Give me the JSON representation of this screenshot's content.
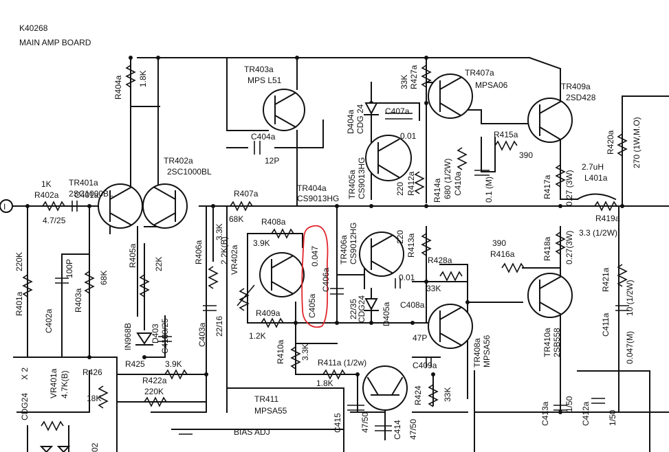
{
  "header": {
    "board_id": "K40268",
    "board_name": "MAIN AMP BOARD"
  },
  "input_marker": "I",
  "components": {
    "r404a": {
      "ref": "R404a",
      "value": "1.8K"
    },
    "tr403a": {
      "ref": "TR403a",
      "part": "MPS L51"
    },
    "c404a": {
      "ref": "C404a",
      "value": "12P"
    },
    "r427a": {
      "ref": "R427a",
      "value": "33K"
    },
    "tr407a": {
      "ref": "TR407a",
      "part": "MPSA06"
    },
    "tr409a": {
      "ref": "TR409a",
      "part": "2SD428"
    },
    "d404a": {
      "ref": "D404a",
      "part": "CDG 24"
    },
    "c407a": {
      "ref": "C407a",
      "value": "0.01"
    },
    "r415a": {
      "ref": "R415a",
      "value": "390"
    },
    "r420a": {
      "ref": "R420a",
      "value": "270 (1W,M.O)"
    },
    "tr401a": {
      "ref": "TR401a",
      "part": "2SC1000BL"
    },
    "tr402a": {
      "ref": "TR402a",
      "part": "2SC1000BL"
    },
    "r402a": {
      "ref": "R402a",
      "value": "1K"
    },
    "c401a": {
      "ref": "C401a",
      "value": "4.7/25"
    },
    "r407a": {
      "ref": "R407a",
      "value": "68K"
    },
    "tr404a": {
      "ref": "TR404a",
      "part": "CS9013HG"
    },
    "tr405a": {
      "ref": "TR405a",
      "part": "CS9013HG"
    },
    "r412a": {
      "ref": "R412a",
      "value": "220"
    },
    "r414a": {
      "ref": "R414a",
      "value": "680 (1/2W)"
    },
    "c410a": {
      "ref": "C410a",
      "value": "0.1 (M)"
    },
    "r417a": {
      "ref": "R417a",
      "value": "0.27 (3W)"
    },
    "l401a": {
      "ref": "L401a",
      "value": "2.7uH"
    },
    "r419a": {
      "ref": "R419a",
      "value": "3.3 (1/2W)"
    },
    "r401a": {
      "ref": "R401a",
      "value": "220K"
    },
    "c402a": {
      "ref": "C402a",
      "value": "100P"
    },
    "r403a": {
      "ref": "R403a",
      "value": "68K"
    },
    "r405a": {
      "ref": "R405a",
      "value": "22K"
    },
    "r406a": {
      "ref": "R406a",
      "value": "3.3K"
    },
    "r408a": {
      "ref": "R408a",
      "value": "3.9K"
    },
    "c405a": {
      "ref": "C405a",
      "value": "0.047"
    },
    "c406a": {
      "ref": "C406a",
      "value": "22/35"
    },
    "tr406a": {
      "ref": "TR406a",
      "part": "CS9012HG"
    },
    "r413a": {
      "ref": "R413a",
      "value": "220"
    },
    "r418a": {
      "ref": "R418a",
      "value": "0.27(3W)"
    },
    "r416a": {
      "ref": "R416a",
      "value": "390"
    },
    "r428a": {
      "ref": "R428a",
      "value": "33K"
    },
    "c408a": {
      "ref": "C408a",
      "value": "0.01"
    },
    "d405a": {
      "ref": "D405a",
      "part": "CDG24"
    },
    "r421a": {
      "ref": "R421a",
      "value": "10 (1/2W)"
    },
    "c411a": {
      "ref": "C411a",
      "value": "0.047(M)"
    },
    "vr402a": {
      "ref": "VR402a",
      "value": "2.2K(B)"
    },
    "r409a": {
      "ref": "R409a",
      "value": "1.2K"
    },
    "c403a": {
      "ref": "C403a",
      "value": "22/16"
    },
    "d403": {
      "ref": "D403",
      "part": "IN968B"
    },
    "c416": {
      "ref": "C416",
      "value": "100/25"
    },
    "tr408a": {
      "ref": "TR408a",
      "part": "MPSA56"
    },
    "c409a": {
      "ref": "C409a",
      "value": "47P"
    },
    "tr410a": {
      "ref": "TR410a",
      "part": "2SB558"
    },
    "r410a": {
      "ref": "R410a",
      "value": "3.3K"
    },
    "r411a": {
      "ref": "R411a (1/2w)",
      "value": "1.8K"
    },
    "r425": {
      "ref": "R425",
      "value": "3.9K"
    },
    "r422a": {
      "ref": "R422a",
      "value": "220K"
    },
    "r426": {
      "ref": "R426",
      "value": "18K"
    },
    "vr401a": {
      "ref": "VR401a",
      "value": "4.7K(B)"
    },
    "cdg24x2": {
      "part": "CDG24",
      "count": "X 2"
    },
    "tr411": {
      "ref": "TR411",
      "part": "MPSA55"
    },
    "c415": {
      "ref": "C415",
      "value": "47/50"
    },
    "c414": {
      "ref": "C414",
      "value": "47/50"
    },
    "r424": {
      "ref": "R424",
      "value": "33K"
    },
    "c413a": {
      "ref": "C413a",
      "value": "1/50"
    },
    "c412a": {
      "ref": "C412a",
      "value": "1/50"
    },
    "bias_adj": "BIAS ADJ",
    "partial_label": "02"
  },
  "highlight": {
    "color": "#e0242b",
    "encircles": [
      "C405a",
      "0.047"
    ]
  }
}
